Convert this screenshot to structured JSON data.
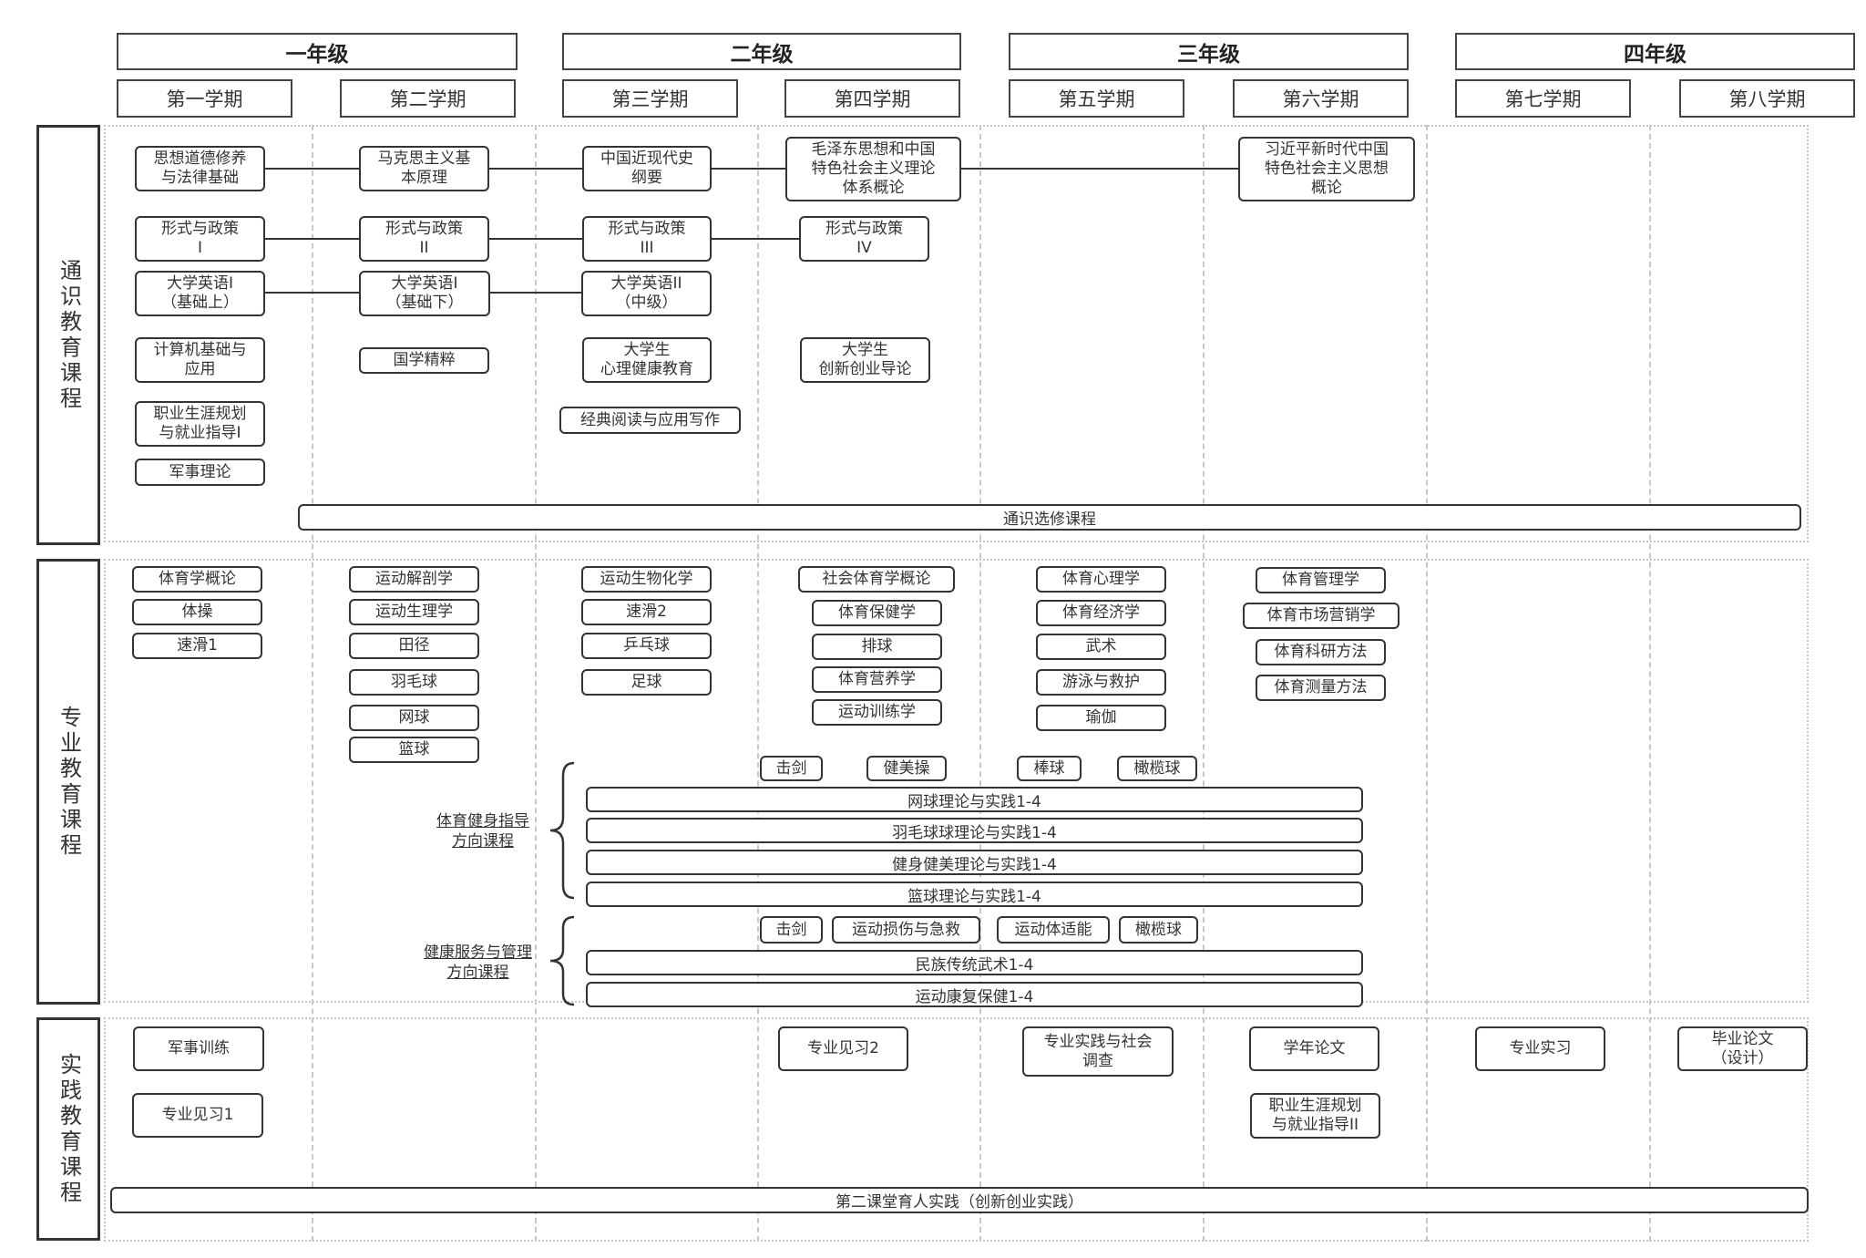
{
  "years": [
    "一年级",
    "二年级",
    "三年级",
    "四年级"
  ],
  "semesters": [
    "第一学期",
    "第二学期",
    "第三学期",
    "第四学期",
    "第五学期",
    "第六学期",
    "第七学期",
    "第八学期"
  ],
  "sections": {
    "general": {
      "label": "通识教育课程",
      "courses": [
        "思想道德修养\n与法律基础",
        "马克思主义基\n本原理",
        "中国近现代史\n纲要",
        "毛泽东思想和中国\n特色社会主义理论\n体系概论",
        "习近平新时代中国\n特色社会主义思想\n概论",
        "形式与政策\nI",
        "形式与政策\nII",
        "形式与政策\nIII",
        "形式与政策\nIV",
        "大学英语I\n（基础上）",
        "大学英语I\n（基础下）",
        "大学英语II\n（中级）",
        "计算机基础与\n应用",
        "国学精粹",
        "大学生\n心理健康教育",
        "大学生\n创新创业导论",
        "职业生涯规划\n与就业指导I",
        "经典阅读与应用写作",
        "军事理论"
      ],
      "elective_bar": "通识选修课程"
    },
    "professional": {
      "label": "专业教育课程",
      "sem1": [
        "体育学概论",
        "体操",
        "速滑1"
      ],
      "sem2": [
        "运动解剖学",
        "运动生理学",
        "田径",
        "羽毛球",
        "网球",
        "篮球"
      ],
      "sem3": [
        "运动生物化学",
        "速滑2",
        "乒乓球",
        "足球"
      ],
      "sem4": [
        "社会体育学概论",
        "体育保健学",
        "排球",
        "体育营养学",
        "运动训练学"
      ],
      "sem5": [
        "体育心理学",
        "体育经济学",
        "武术",
        "游泳与救护",
        "瑜伽"
      ],
      "sem6": [
        "体育管理学",
        "体育市场营销学",
        "体育科研方法",
        "体育测量方法"
      ],
      "fitness_direction": {
        "label": "体育健身指导\n方向课程",
        "electives": [
          "击剑",
          "健美操",
          "棒球",
          "橄榄球"
        ],
        "bars": [
          "网球理论与实践1-4",
          "羽毛球球理论与实践1-4",
          "健身健美理论与实践1-4",
          "篮球理论与实践1-4"
        ]
      },
      "health_direction": {
        "label": "健康服务与管理\n方向课程",
        "electives": [
          "击剑",
          "运动损伤与急救",
          "运动体适能",
          "橄榄球"
        ],
        "bars": [
          "民族传统武术1-4",
          "运动康复保健1-4"
        ]
      }
    },
    "practice": {
      "label": "实践教育课程",
      "courses": [
        "军事训练",
        "专业见习1",
        "专业见习2",
        "专业实践与社会\n调查",
        "学年论文",
        "职业生涯规划\n与就业指导II",
        "专业实习",
        "毕业论文\n（设计）"
      ],
      "bar": "第二课堂育人实践（创新创业实践）"
    }
  }
}
